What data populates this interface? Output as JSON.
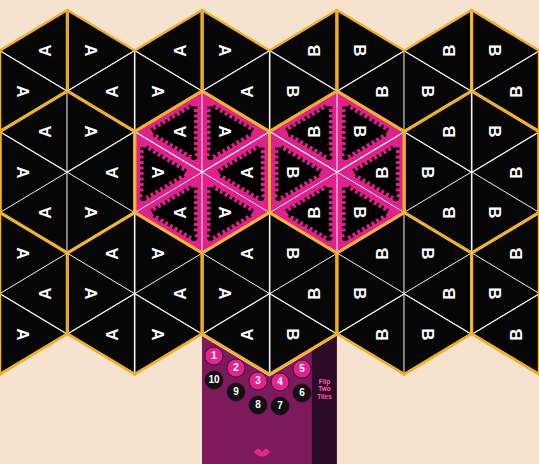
{
  "diagram": {
    "nodes": [
      {
        "text": [
          "A"
        ]
      },
      {
        "text": [
          "A"
        ]
      },
      {
        "text": [
          "A"
        ]
      },
      {
        "text": [
          "A"
        ]
      },
      {
        "text": [
          "B"
        ]
      },
      {
        "text": [
          "B"
        ]
      },
      {
        "text": [
          "B"
        ]
      },
      {
        "text": [
          "B"
        ]
      },
      {
        "text": [
          "A"
        ]
      },
      {
        "text": [
          "A"
        ]
      },
      {
        "text": [
          "A"
        ]
      },
      {
        "text": [
          "A"
        ]
      },
      {
        "text": [
          "B"
        ]
      },
      {
        "text": [
          "B"
        ]
      },
      {
        "text": [
          "B"
        ]
      },
      {
        "text": [
          "B"
        ]
      },
      {
        "text": [
          "A"
        ]
      },
      {
        "text": [
          "A"
        ]
      },
      {
        "text": [
          "A"
        ]
      },
      {
        "text": [
          "A"
        ]
      },
      {
        "text": [
          "B"
        ]
      },
      {
        "text": [
          "B"
        ]
      },
      {
        "text": [
          "B"
        ]
      },
      {
        "text": [
          "B"
        ]
      },
      {
        "text": [
          "A"
        ]
      },
      {
        "text": [
          "A"
        ]
      },
      {
        "text": [
          "A"
        ]
      },
      {
        "text": [
          "A"
        ]
      },
      {
        "text": [
          "B"
        ]
      },
      {
        "text": [
          "B"
        ]
      },
      {
        "text": [
          "B"
        ]
      },
      {
        "text": [
          "B"
        ]
      },
      {
        "text": [
          "A"
        ]
      },
      {
        "text": [
          "A"
        ]
      },
      {
        "text": [
          "A"
        ]
      },
      {
        "text": [
          "A"
        ]
      },
      {
        "text": [
          "B"
        ]
      },
      {
        "text": [
          "B"
        ]
      },
      {
        "text": [
          "B"
        ]
      },
      {
        "text": [
          "B"
        ]
      },
      {
        "text": [
          "A"
        ]
      },
      {
        "text": [
          "A"
        ]
      },
      {
        "text": [
          "A"
        ]
      },
      {
        "text": [
          "A"
        ]
      },
      {
        "text": [
          "B"
        ]
      },
      {
        "text": [
          "B"
        ]
      },
      {
        "text": [
          "B"
        ]
      },
      {
        "text": [
          "B"
        ]
      },
      {
        "text": [
          "A"
        ]
      },
      {
        "text": [
          "A"
        ]
      },
      {
        "text": [
          "A"
        ]
      },
      {
        "text": [
          "A"
        ]
      },
      {
        "text": [
          "B"
        ]
      },
      {
        "text": [
          "B"
        ]
      },
      {
        "text": [
          "B"
        ]
      },
      {
        "text": [
          "B"
        ]
      },
      {
        "text": [
          "A"
        ]
      },
      {
        "text": [
          "A"
        ]
      },
      {
        "text": [
          "A"
        ]
      },
      {
        "text": [
          "A"
        ]
      },
      {
        "text": [
          "B"
        ]
      },
      {
        "text": [
          "B"
        ]
      },
      {
        "text": [
          "B"
        ]
      },
      {
        "text": [
          "B"
        ]
      },
      {
        "text": [
          "Flip Two Tiles"
        ]
      },
      {
        "text": [
          "1"
        ],
        "in": 64
      },
      {
        "text": [
          "2"
        ],
        "in": 64
      },
      {
        "text": [
          "3"
        ],
        "in": 64
      },
      {
        "text": [
          "4"
        ],
        "in": 64
      },
      {
        "text": [
          "5"
        ],
        "in": 64
      },
      {
        "text": [
          "6"
        ],
        "in": 64
      },
      {
        "text": [
          "7"
        ],
        "in": 64
      },
      {
        "text": [
          "8"
        ],
        "in": 64
      },
      {
        "text": [
          "9"
        ],
        "in": 64
      },
      {
        "text": [
          "10"
        ],
        "in": 64
      }
    ]
  }
}
